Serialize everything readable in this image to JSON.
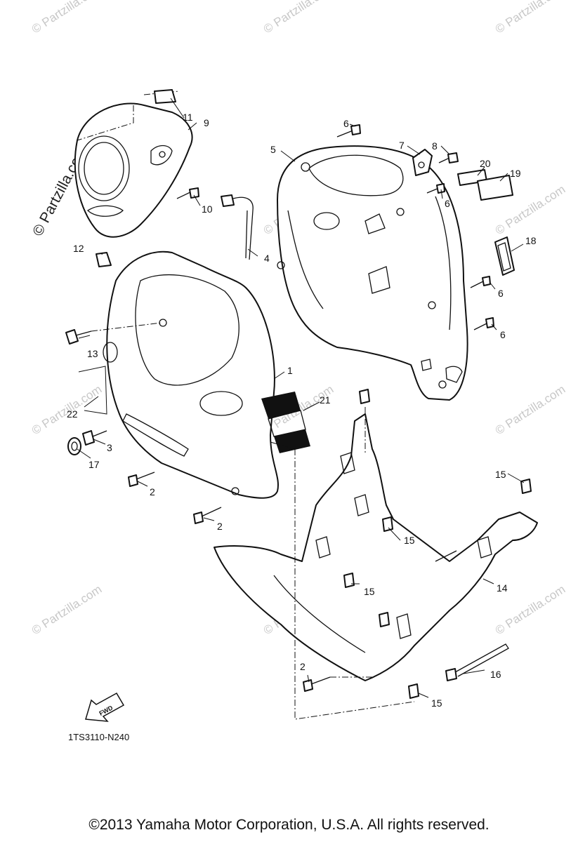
{
  "diagram": {
    "callouts": [
      {
        "id": "c1",
        "text": "1"
      },
      {
        "id": "c2a",
        "text": "2"
      },
      {
        "id": "c2b",
        "text": "2"
      },
      {
        "id": "c2c",
        "text": "2"
      },
      {
        "id": "c3",
        "text": "3"
      },
      {
        "id": "c4",
        "text": "4"
      },
      {
        "id": "c5",
        "text": "5"
      },
      {
        "id": "c6a",
        "text": "6"
      },
      {
        "id": "c6b",
        "text": "6"
      },
      {
        "id": "c6c",
        "text": "6"
      },
      {
        "id": "c6d",
        "text": "6"
      },
      {
        "id": "c7",
        "text": "7"
      },
      {
        "id": "c8",
        "text": "8"
      },
      {
        "id": "c9",
        "text": "9"
      },
      {
        "id": "c10",
        "text": "10"
      },
      {
        "id": "c11",
        "text": "11"
      },
      {
        "id": "c12",
        "text": "12"
      },
      {
        "id": "c13",
        "text": "13"
      },
      {
        "id": "c14",
        "text": "14"
      },
      {
        "id": "c15a",
        "text": "15"
      },
      {
        "id": "c15b",
        "text": "15"
      },
      {
        "id": "c15c",
        "text": "15"
      },
      {
        "id": "c15d",
        "text": "15"
      },
      {
        "id": "c16",
        "text": "16"
      },
      {
        "id": "c17",
        "text": "17"
      },
      {
        "id": "c18",
        "text": "18"
      },
      {
        "id": "c19",
        "text": "19"
      },
      {
        "id": "c20",
        "text": "20"
      },
      {
        "id": "c21",
        "text": "21"
      },
      {
        "id": "c22",
        "text": "22"
      }
    ],
    "direction_label": "FWD",
    "diagram_code": "1TS3110-N240",
    "watermark": "© Partzilla.com"
  },
  "footer": {
    "copyright": "©2013 Yamaha Motor Corporation, U.S.A. All rights reserved."
  }
}
